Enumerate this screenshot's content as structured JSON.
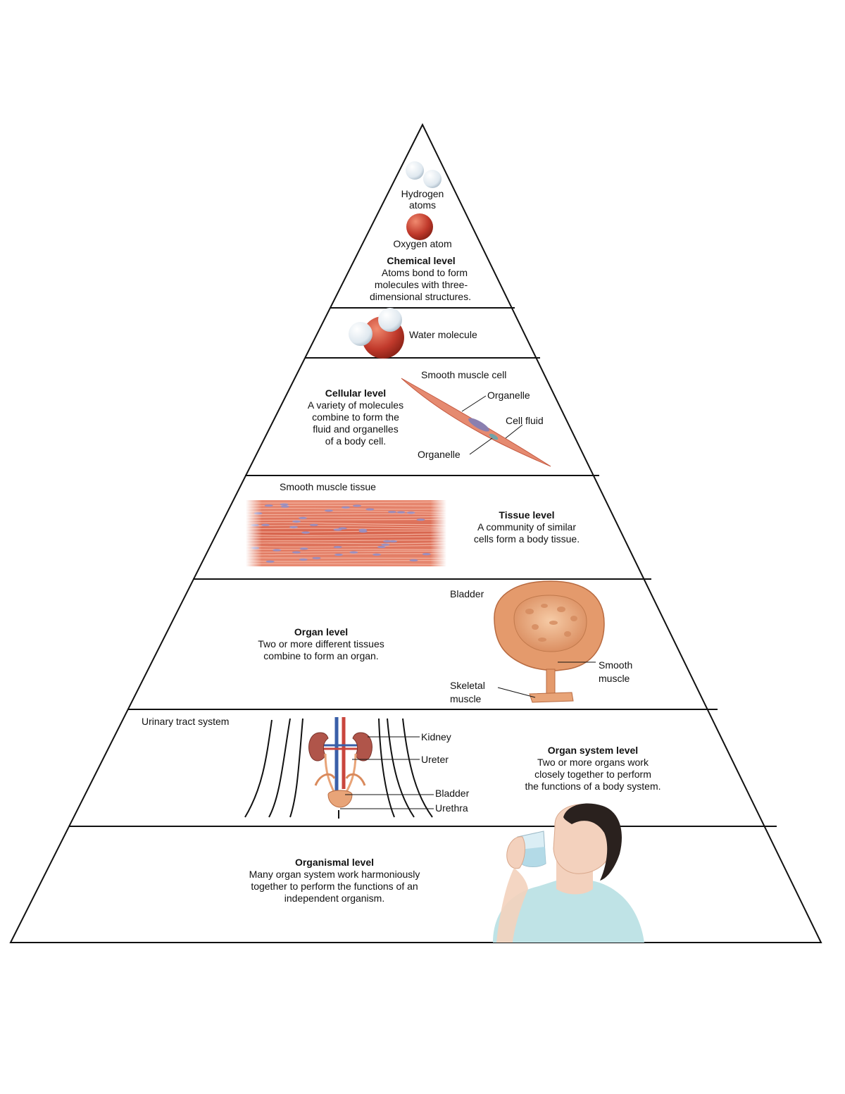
{
  "colors": {
    "outline": "#111111",
    "muscle": "#e07a62",
    "muscle_light": "#f1a98f",
    "oxygen": "#c0392b",
    "hydrogen": "#dfe8ef",
    "nucleus": "#8a7fb0",
    "bladder": "#e8a478",
    "kidney": "#b0554a",
    "vein": "#3a5fa8",
    "artery": "#c9463d",
    "skin": "#f3d1bd",
    "hair": "#2a211e",
    "shirt": "#bfe3e6"
  },
  "chemical": {
    "hydrogen_label_1": "Hydrogen",
    "hydrogen_label_2": "atoms",
    "oxygen_label": "Oxygen atom",
    "title": "Chemical level",
    "desc_1": "Atoms bond to form",
    "desc_2": "molecules with three-",
    "desc_3": "dimensional structures."
  },
  "molecule": {
    "label": "Water molecule"
  },
  "cellular": {
    "cell_label": "Smooth muscle cell",
    "organelle_top": "Organelle",
    "cell_fluid": "Cell fluid",
    "organelle_bottom": "Organelle",
    "title": "Cellular level",
    "desc_1": "A variety of molecules",
    "desc_2": "combine to form the",
    "desc_3": "fluid and organelles",
    "desc_4": "of a body cell."
  },
  "tissue": {
    "label": "Smooth muscle tissue",
    "title": "Tissue level",
    "desc_1": "A community of similar",
    "desc_2": "cells form a body tissue."
  },
  "organ": {
    "bladder_label": "Bladder",
    "smooth_1": "Smooth",
    "smooth_2": "muscle",
    "skeletal_1": "Skeletal",
    "skeletal_2": "muscle",
    "title": "Organ level",
    "desc_1": "Two or more different tissues",
    "desc_2": "combine to form an organ."
  },
  "organ_system": {
    "system_label": "Urinary tract system",
    "kidney": "Kidney",
    "ureter": "Ureter",
    "bladder": "Bladder",
    "urethra": "Urethra",
    "title": "Organ system level",
    "desc_1": "Two or more organs work",
    "desc_2": "closely together to perform",
    "desc_3": "the functions of a body system."
  },
  "organismal": {
    "title": "Organismal level",
    "desc_1": "Many organ system work harmoniously",
    "desc_2": "together to perform the functions of an",
    "desc_3": "independent organism."
  }
}
